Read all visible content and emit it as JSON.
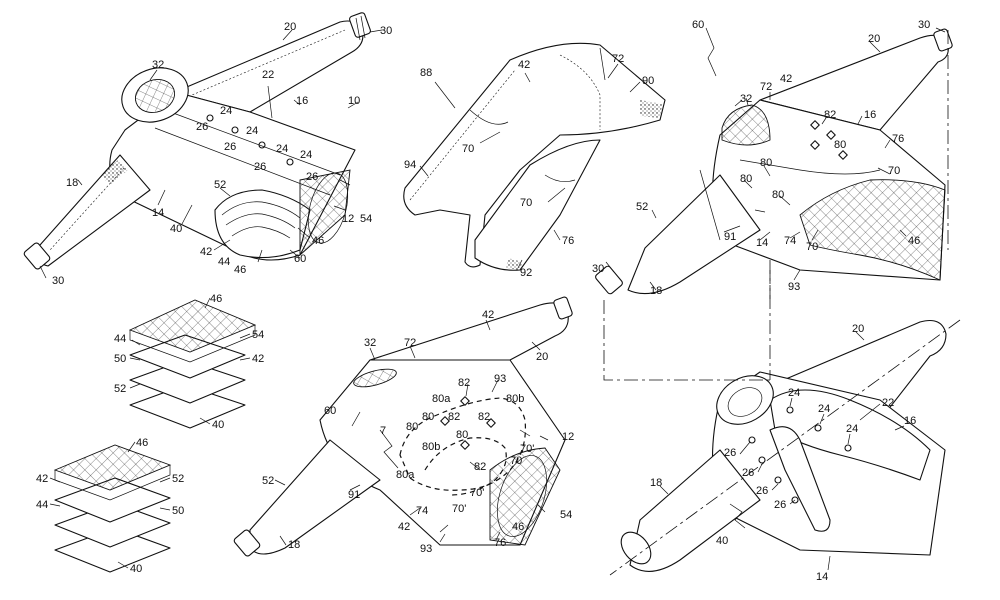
{
  "figures": [
    {
      "id": "top-left",
      "labels": {
        "n20": "20",
        "n30a": "30",
        "n32": "32",
        "n22": "22",
        "n16": "16",
        "n10": "10",
        "n24a": "24",
        "n26a": "26",
        "n24b": "24",
        "n26b": "26",
        "n24c": "24",
        "n26c": "26",
        "n24d": "24",
        "n26d": "26",
        "n18": "18",
        "n14": "14",
        "n40": "40",
        "n52": "52",
        "n12": "12",
        "n54": "54",
        "n46": "46",
        "n42": "42",
        "n44": "44",
        "n46b": "46",
        "n60": "60",
        "n30b": "30"
      }
    },
    {
      "id": "top-middle",
      "labels": {
        "n88": "88",
        "n42": "42",
        "n72": "72",
        "n90": "90",
        "n70a": "70",
        "n70b": "70",
        "n94": "94",
        "n76": "76",
        "n92": "92"
      }
    },
    {
      "id": "top-right",
      "labels": {
        "n60": "60",
        "n30a": "30",
        "n20": "20",
        "n72": "72",
        "n42": "42",
        "n32": "32",
        "n82": "82",
        "n16": "16",
        "n76": "76",
        "n80a": "80",
        "n80b": "80",
        "n80c": "80",
        "n80d": "80",
        "n70a": "70",
        "n52": "52",
        "n91": "91",
        "n74": "74",
        "n14": "14",
        "n70b": "70",
        "n46": "46",
        "n30b": "30",
        "n18": "18",
        "n93": "93"
      }
    },
    {
      "id": "middle-left-layers",
      "labels": {
        "n46": "46",
        "n44": "44",
        "n54": "54",
        "n50": "50",
        "n42": "42",
        "n52": "52",
        "n40": "40"
      }
    },
    {
      "id": "bottom-left-layers",
      "labels": {
        "n46": "46",
        "n42": "42",
        "n52": "52",
        "n44": "44",
        "n50": "50",
        "n40": "40"
      }
    },
    {
      "id": "bottom-middle",
      "labels": {
        "n42": "42",
        "n72": "72",
        "n32": "32",
        "n20": "20",
        "n82a": "82",
        "n93a": "93",
        "n80a": "80a",
        "n80b": "80b",
        "n82b": "82",
        "n82c": "82",
        "n60": "60",
        "n7": "7",
        "n80c": "80",
        "n80d": "80",
        "n80e": "80b",
        "n82d": "82",
        "n80f": "80",
        "n70a": "70",
        "n70b": "70'",
        "n12": "12",
        "n52": "52",
        "n91": "91",
        "n80g": "80a",
        "n70c": "70'",
        "n70d": "70'",
        "n74": "74",
        "n42b": "42",
        "n46": "46",
        "n54": "54",
        "n18": "18",
        "n93b": "93",
        "n76": "76"
      }
    },
    {
      "id": "bottom-right",
      "labels": {
        "n20": "20",
        "n24a": "24",
        "n24b": "24",
        "n24c": "24",
        "n22": "22",
        "n16": "16",
        "n26a": "26",
        "n26b": "26",
        "n26c": "26",
        "n26d": "26",
        "n18": "18",
        "n40": "40",
        "n14": "14"
      }
    }
  ]
}
